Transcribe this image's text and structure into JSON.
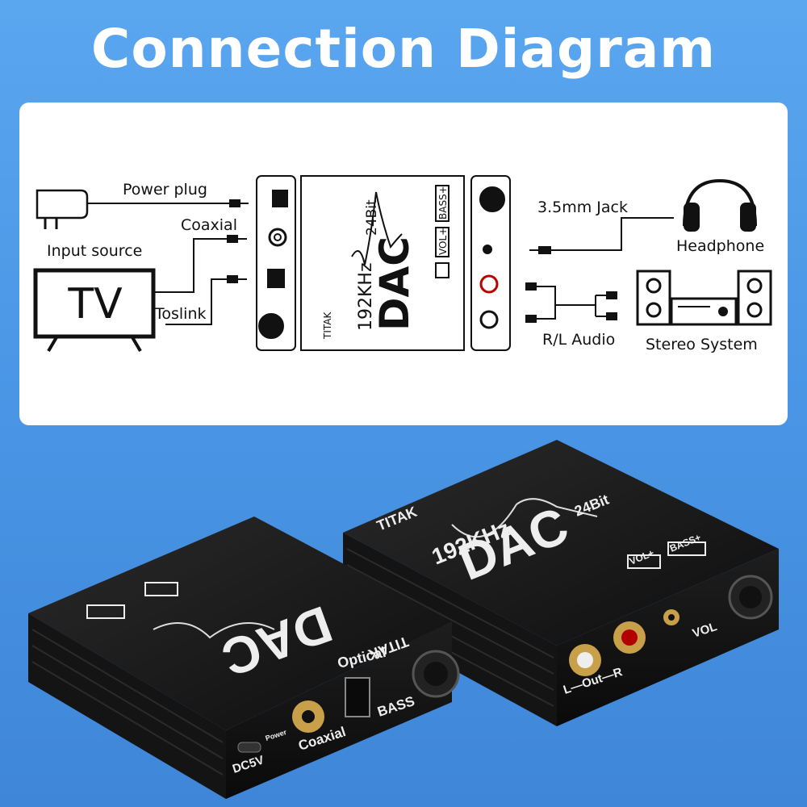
{
  "title": "Connection Diagram",
  "diagram": {
    "labels": {
      "power_plug": "Power plug",
      "input_source": "Input source",
      "coaxial": "Coaxial",
      "toslink": "Toslink",
      "tv": "TV",
      "jack": "3.5mm Jack",
      "headphone": "Headphone",
      "rl_audio": "R/L Audio",
      "stereo": "Stereo System"
    },
    "device": {
      "brand": "TITAK",
      "model": "DAC",
      "rate": "192KHz",
      "bits": "24Bit",
      "vol": "VOL+",
      "bass": "BASS+"
    }
  },
  "photo": {
    "brand": "TITAK",
    "model": "DAC",
    "rate": "192KHz",
    "bits": "24Bit",
    "vol_badge": "VOL+",
    "bass_badge": "BASS+",
    "optical": "Optical",
    "coaxial": "Coaxial",
    "bass_knob": "BASS",
    "dc": "DC5V",
    "power": "Power",
    "out": "L—Out—R",
    "vol_knob": "VOL"
  },
  "colors": {
    "background": "#4b97e6",
    "panel": "#ffffff",
    "device": "#151515"
  }
}
